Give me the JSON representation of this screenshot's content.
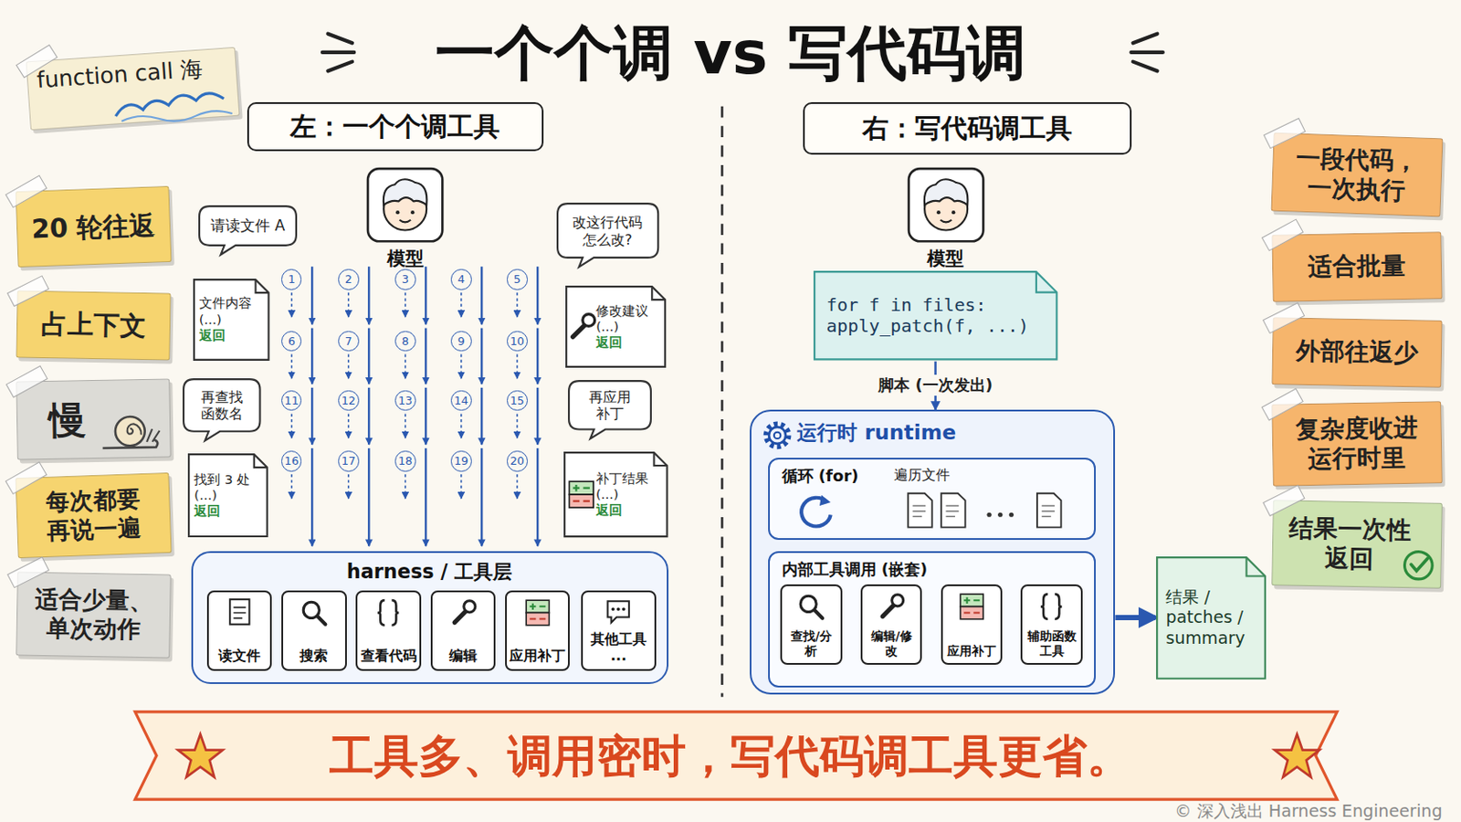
{
  "diagram": {
    "title": "一个个调 vs 写代码调",
    "caption": "工具多、调用密时，写代码调工具更省。",
    "nodes": [
      {
        "text": [
          "function call 海"
        ]
      },
      {
        "text": [
          "左：一个个调工具"
        ]
      },
      {
        "text": [
          "右：写代码调工具"
        ]
      },
      {
        "text": [
          "20 轮往返"
        ]
      },
      {
        "text": [
          "占上下文"
        ]
      },
      {
        "text": [
          "慢"
        ]
      },
      {
        "text": [
          "每次都要 再说一遍"
        ]
      },
      {
        "text": [
          "适合少量、单次动作"
        ]
      },
      {
        "text": [
          "模型"
        ]
      },
      {
        "text": [
          "请读文件 A"
        ]
      },
      {
        "text": [
          "改这行代码 怎么改?"
        ]
      },
      {
        "text": [
          "文件内容 (...)",
          "返回"
        ]
      },
      {
        "text": [
          "修改建议 (...)",
          "返回"
        ]
      },
      {
        "text": [
          "再查找 函数名"
        ]
      },
      {
        "text": [
          "再应用 补丁"
        ]
      },
      {
        "text": [
          "找到 3 处 (...)",
          "返回"
        ]
      },
      {
        "text": [
          "补丁结果 (...)",
          "返回"
        ]
      },
      {
        "text": [
          "harness / 工具层"
        ]
      },
      {
        "text": [
          "读文件"
        ],
        "in": 17
      },
      {
        "text": [
          "搜索"
        ],
        "in": 17
      },
      {
        "text": [
          "查看代码"
        ],
        "in": 17
      },
      {
        "text": [
          "编辑"
        ],
        "in": 17
      },
      {
        "text": [
          "应用补丁"
        ],
        "in": 17
      },
      {
        "text": [
          "其他工具 ..."
        ],
        "in": 17
      },
      {
        "text": [
          "模型"
        ]
      },
      {
        "text": [
          "for f in files: apply_patch(f, ...)"
        ]
      },
      {
        "text": [
          "运行时 runtime"
        ]
      },
      {
        "text": [
          "循环 (for)",
          "遍历文件"
        ],
        "in": 26
      },
      {
        "text": [
          "内部工具调用 (嵌套)"
        ],
        "in": 26
      },
      {
        "text": [
          "查找/分析"
        ],
        "in": 28
      },
      {
        "text": [
          "编辑/修改"
        ],
        "in": 28
      },
      {
        "text": [
          "应用补丁"
        ],
        "in": 28
      },
      {
        "text": [
          "辅助函数 工具"
        ],
        "in": 28
      },
      {
        "text": [
          "结果 / patches / summary"
        ]
      },
      {
        "text": [
          "一段代码，一次执行"
        ]
      },
      {
        "text": [
          "适合批量"
        ]
      },
      {
        "text": [
          "外部往返少"
        ]
      },
      {
        "text": [
          "复杂度收进 运行时里"
        ]
      },
      {
        "text": [
          "结果一次性 返回"
        ]
      }
    ],
    "edges": [
      {
        "from": 25,
        "to": 26,
        "label": "脚本 (一次发出)",
        "arrow": "to"
      },
      {
        "from": 29,
        "to": 30,
        "arrow": "to"
      },
      {
        "from": 30,
        "to": 31,
        "arrow": "to"
      },
      {
        "from": 31,
        "to": 32,
        "arrow": "to"
      },
      {
        "from": 32,
        "to": 29,
        "arrow": "to"
      },
      {
        "from": 26,
        "to": 33,
        "arrow": "to"
      }
    ],
    "labels": [
      "1",
      "2",
      "3",
      "4",
      "5",
      "6",
      "7",
      "8",
      "9",
      "10",
      "11",
      "12",
      "13",
      "14",
      "15",
      "16",
      "17",
      "18",
      "19",
      "20",
      "© 深入浅出 Harness Engineering"
    ]
  }
}
